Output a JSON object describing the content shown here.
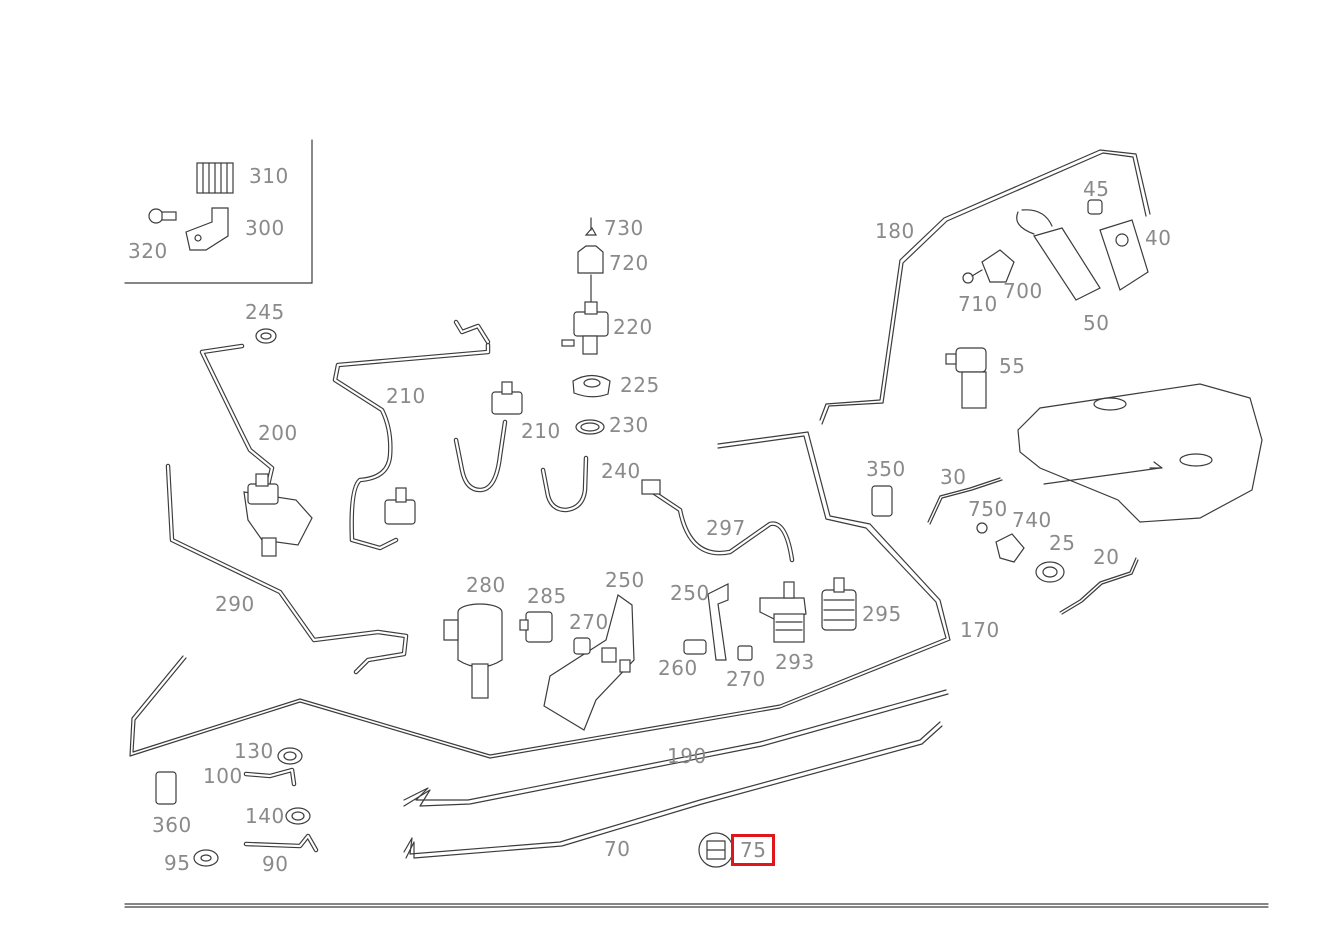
{
  "diagram": {
    "highlight_color": "#e0161b",
    "line_color": "#3c3c3c",
    "label_color": "#8a8a8a",
    "parts": [
      {
        "id": "310",
        "label": "310"
      },
      {
        "id": "300",
        "label": "300"
      },
      {
        "id": "320",
        "label": "320"
      },
      {
        "id": "730",
        "label": "730"
      },
      {
        "id": "720",
        "label": "720"
      },
      {
        "id": "220",
        "label": "220"
      },
      {
        "id": "225",
        "label": "225"
      },
      {
        "id": "230",
        "label": "230"
      },
      {
        "id": "240",
        "label": "240"
      },
      {
        "id": "210a",
        "label": "210"
      },
      {
        "id": "210b",
        "label": "210"
      },
      {
        "id": "245",
        "label": "245"
      },
      {
        "id": "200",
        "label": "200"
      },
      {
        "id": "180",
        "label": "180"
      },
      {
        "id": "45",
        "label": "45"
      },
      {
        "id": "40",
        "label": "40"
      },
      {
        "id": "710",
        "label": "710"
      },
      {
        "id": "700",
        "label": "700"
      },
      {
        "id": "50",
        "label": "50"
      },
      {
        "id": "55",
        "label": "55"
      },
      {
        "id": "350",
        "label": "350"
      },
      {
        "id": "30",
        "label": "30"
      },
      {
        "id": "750",
        "label": "750"
      },
      {
        "id": "740",
        "label": "740"
      },
      {
        "id": "25",
        "label": "25"
      },
      {
        "id": "20",
        "label": "20"
      },
      {
        "id": "297",
        "label": "297"
      },
      {
        "id": "290",
        "label": "290"
      },
      {
        "id": "280",
        "label": "280"
      },
      {
        "id": "285",
        "label": "285"
      },
      {
        "id": "250a",
        "label": "250"
      },
      {
        "id": "250b",
        "label": "250"
      },
      {
        "id": "270a",
        "label": "270"
      },
      {
        "id": "270b",
        "label": "270"
      },
      {
        "id": "260",
        "label": "260"
      },
      {
        "id": "293",
        "label": "293"
      },
      {
        "id": "295",
        "label": "295"
      },
      {
        "id": "170",
        "label": "170"
      },
      {
        "id": "190",
        "label": "190"
      },
      {
        "id": "130",
        "label": "130"
      },
      {
        "id": "100",
        "label": "100"
      },
      {
        "id": "140",
        "label": "140"
      },
      {
        "id": "360",
        "label": "360"
      },
      {
        "id": "95",
        "label": "95"
      },
      {
        "id": "90",
        "label": "90"
      },
      {
        "id": "70",
        "label": "70"
      },
      {
        "id": "75",
        "label": "75",
        "highlighted": true
      }
    ]
  }
}
